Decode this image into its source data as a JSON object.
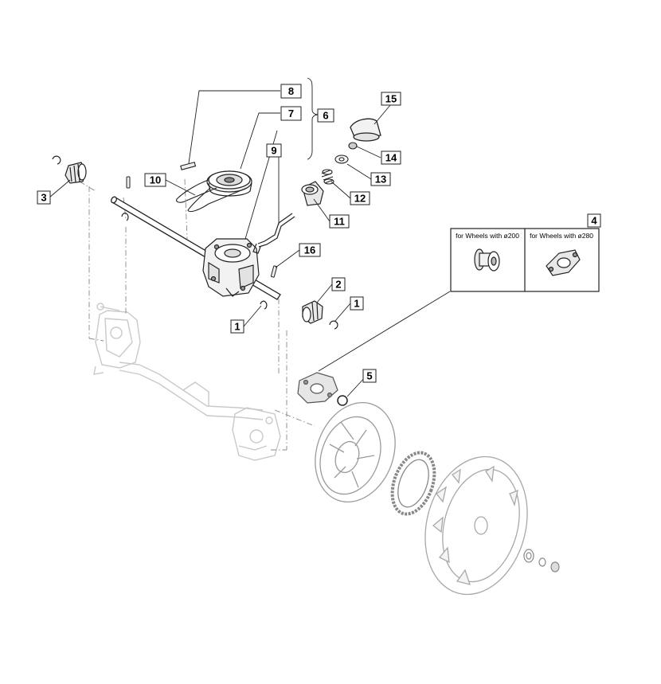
{
  "diagram": {
    "callouts": {
      "c1a": "1",
      "c1b": "1",
      "c2": "2",
      "c3": "3",
      "c4": "4",
      "c5": "5",
      "c6": "6",
      "c7": "7",
      "c8": "8",
      "c9": "9",
      "c10": "10",
      "c11": "11",
      "c12": "12",
      "c13": "13",
      "c14": "14",
      "c15": "15",
      "c16": "16"
    },
    "inset": {
      "left_label": "for Wheels with ø200",
      "right_label": "for Wheels with ø280"
    }
  }
}
